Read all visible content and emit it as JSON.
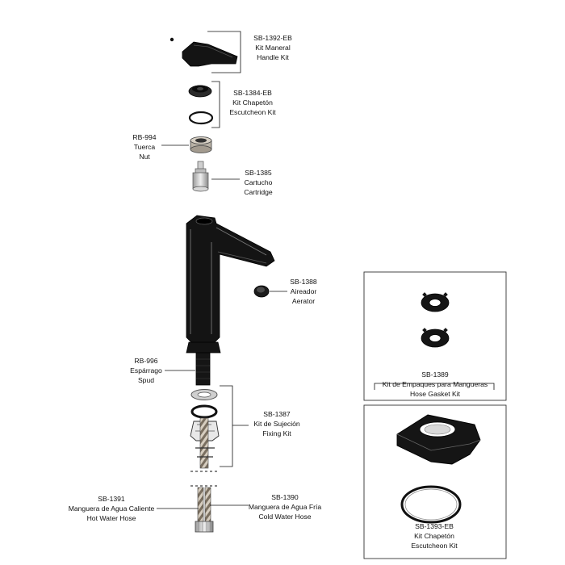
{
  "parts": [
    {
      "id": "handle",
      "code": "SB-1392-EB",
      "name_es": "Kit Maneral",
      "name_en": "Handle Kit"
    },
    {
      "id": "escutcheon-top",
      "code": "SB-1384-EB",
      "name_es": "Kit Chapetón",
      "name_en": "Escutcheon Kit"
    },
    {
      "id": "nut",
      "code": "RB-994",
      "name_es": "Tuerca",
      "name_en": "Nut"
    },
    {
      "id": "cartridge",
      "code": "SB-1385",
      "name_es": "Cartucho",
      "name_en": "Cartridge"
    },
    {
      "id": "aerator",
      "code": "SB-1388",
      "name_es": "Aireador",
      "name_en": "Aerator"
    },
    {
      "id": "spud",
      "code": "RB-996",
      "name_es": "Espárrago",
      "name_en": "Spud"
    },
    {
      "id": "fixing",
      "code": "SB-1387",
      "name_es": "Kit de Sujeción",
      "name_en": "Fixing Kit"
    },
    {
      "id": "hot-hose",
      "code": "SB-1391",
      "name_es": "Manguera de Agua Caliente",
      "name_en": "Hot Water Hose"
    },
    {
      "id": "cold-hose",
      "code": "SB-1390",
      "name_es": "Manguera de Agua Fría",
      "name_en": "Cold Water Hose"
    },
    {
      "id": "gasket",
      "code": "SB-1389",
      "name_es": "Kit de Empaques para Mangueras",
      "name_en": "Hose Gasket Kit"
    },
    {
      "id": "escutcheon-base",
      "code": "SB-1393-EB",
      "name_es": "Kit Chapetón",
      "name_en": "Escutcheon Kit"
    }
  ]
}
